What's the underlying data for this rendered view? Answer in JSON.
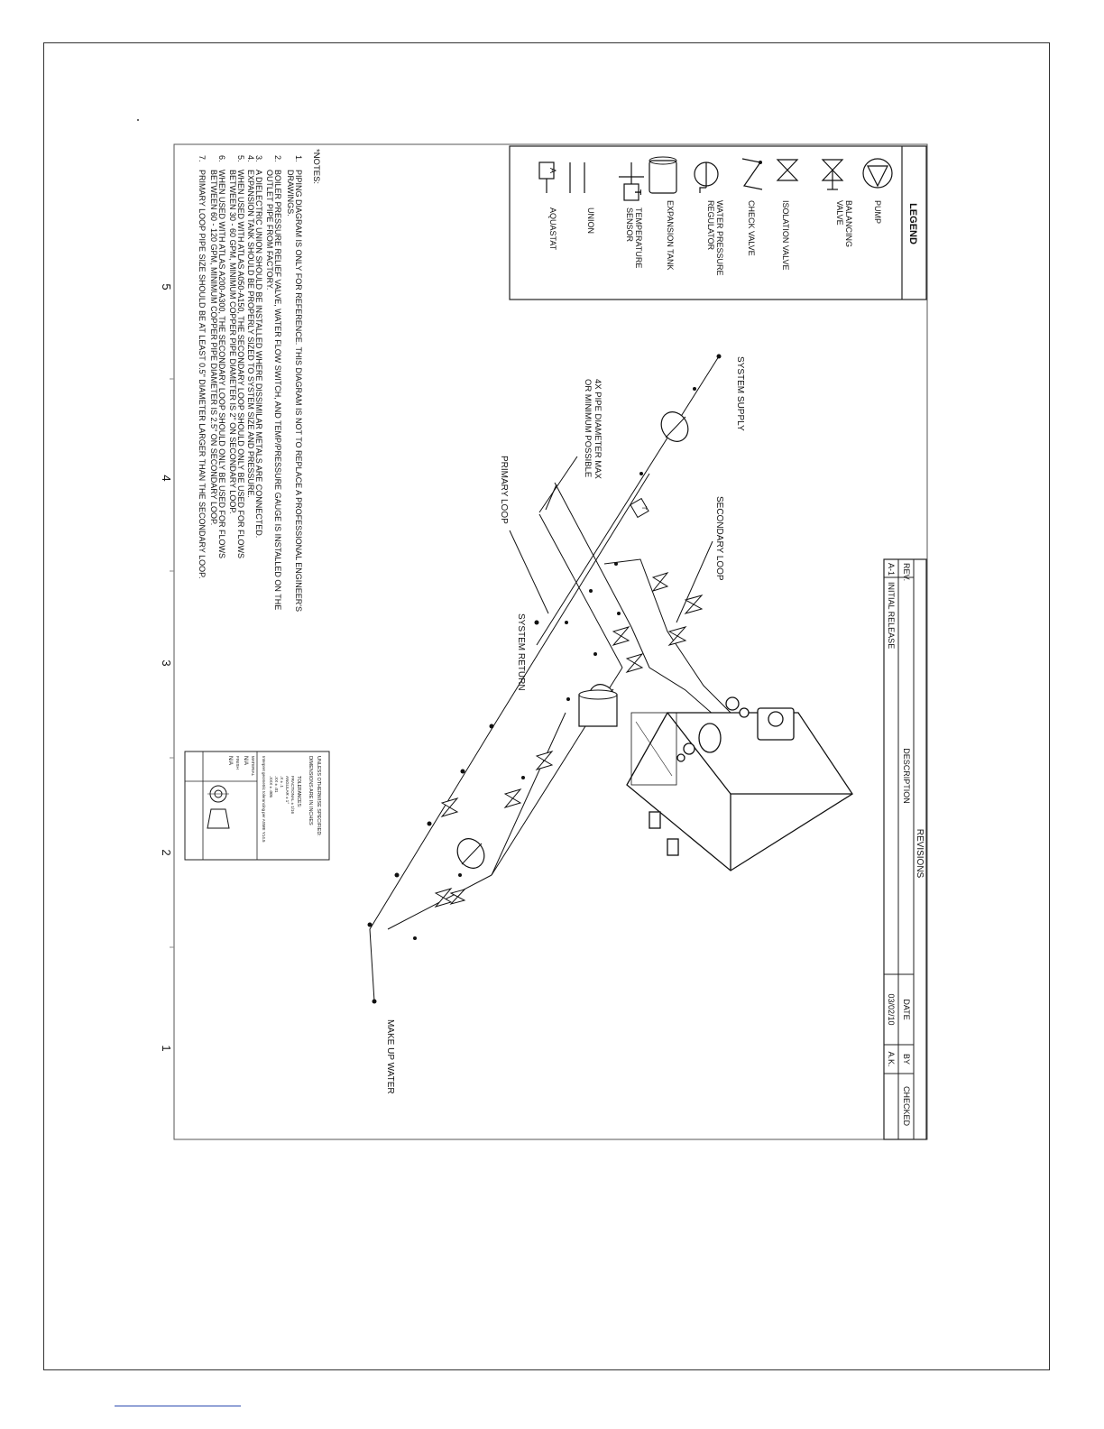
{
  "legend": {
    "title": "LEGEND",
    "items": [
      {
        "icon": "pump-icon",
        "label": "PUMP"
      },
      {
        "icon": "balancing-valve-icon",
        "label_lines": [
          "BALANCING",
          "VALVE"
        ]
      },
      {
        "icon": "isolation-valve-icon",
        "label": "ISOLATION VALVE"
      },
      {
        "icon": "check-valve-icon",
        "label": "CHECK VALVE"
      },
      {
        "icon": "water-pressure-regulator-icon",
        "label_lines": [
          "WATER PRESSURE",
          "REGULATOR"
        ]
      },
      {
        "icon": "expansion-tank-icon",
        "label": "EXPANSION TANK"
      },
      {
        "icon": "temperature-sensor-icon",
        "label_lines": [
          "TEMPERATURE",
          "SENSOR"
        ],
        "symbol": "T"
      },
      {
        "icon": "union-icon",
        "label": "UNION"
      },
      {
        "icon": "aquastat-icon",
        "label": "AQUASTAT",
        "symbol": "A"
      }
    ]
  },
  "notes": {
    "heading": "*NOTES:",
    "items": [
      {
        "num": "1.",
        "lines": [
          "PIPING DIAGRAM IS ONLY FOR REFERENCE. THIS DIAGRAM IS NOT TO REPLACE A PROFESSIONAL ENGINEER'S",
          "DRAWINGS."
        ]
      },
      {
        "num": "2.",
        "lines": [
          "BOILER PRESSURE RELIEF VALVE, WATER FLOW SWITCH, AND TEMP/PRESSURE GAUGE IS INSTALLED ON THE",
          "OUTLET PIPE FROM FACTORY."
        ]
      },
      {
        "num": "3.",
        "lines": [
          "A DIELECTRIC UNION SHOULD BE INSTALLED WHERE DISSIMILAR METALS ARE CONNECTED."
        ]
      },
      {
        "num": "4.",
        "lines": [
          "EXPANSION TANK SHOULD BE PROPERLY SIZED TO SYSTEM SIZE AND PRESSURE."
        ]
      },
      {
        "num": "5.",
        "lines": [
          "WHEN USED WITH ATLAS A050-A150, THE SECONDARY LOOP SHOULD ONLY BE USED FOR FLOWS",
          "BETWEEN 30 - 60 GPM, MINIMUM COPPER PIPE DIAMETER IS 2\" ON SECONDARY LOOP."
        ]
      },
      {
        "num": "6.",
        "lines": [
          "WHEN USED WITH ATLAS A200-A300, THE SECONDARY LOOP SHOULD ONLY BE USED FOR FLOWS",
          "BETWEEN 60 - 120 GPM, MINIMUM COPPER PIPE DIAMETER IS 2.5\" ON SECONDARY LOOP."
        ]
      },
      {
        "num": "7.",
        "lines": [
          "PRIMARY LOOP PIPE SIZE SHOULD BE AT LEAST 0.5\" DIAMETER LARGER THAN THE SECONDARY LOOP."
        ]
      }
    ]
  },
  "labels": {
    "system_supply": "SYSTEM SUPPLY",
    "secondary_loop": "SECONDARY LOOP",
    "pipe_diameter_lines": [
      "4X PIPE DIAMETER MAX",
      "OR MINIMUM POSSIBLE"
    ],
    "primary_loop": "PRIMARY LOOP",
    "system_return": "SYSTEM RETURN",
    "make_up_water": "MAKE UP WATER",
    "sensor_symbol": "T"
  },
  "revisions": {
    "title": "REVISIONS",
    "headers": {
      "rev": "REV.",
      "description": "DESCRIPTION",
      "date": "DATE",
      "by": "BY",
      "checked": "CHECKED"
    },
    "rows": [
      {
        "rev": "A-1",
        "description": "INITIAL RELEASE",
        "date": "03/02/10",
        "by": "A.K.",
        "checked": ""
      }
    ]
  },
  "tolerance_block": {
    "line1": "UNLESS OTHERWISE SPECIFIED:",
    "line2": "DIMENSIONS ARE IN INCHES",
    "tolerances": "TOLERANCES:",
    "values": [
      "FRACTIONAL ± 1/16",
      "ANGULAR ± 1°",
      ".X ± .1",
      ".XX ± .01",
      ".XXX ± .005"
    ],
    "interpretation": "Interpret geometric tolerancing per ASME Y14.5",
    "material_label": "MATERIAL",
    "material": "N/A",
    "finish_label": "FINISH",
    "finish": "N/A"
  },
  "zones": [
    "5",
    "4",
    "3",
    "2",
    "1"
  ],
  "colors": {
    "line": "#111111",
    "frame": "#333333",
    "footer_line": "#2a4ab0"
  }
}
